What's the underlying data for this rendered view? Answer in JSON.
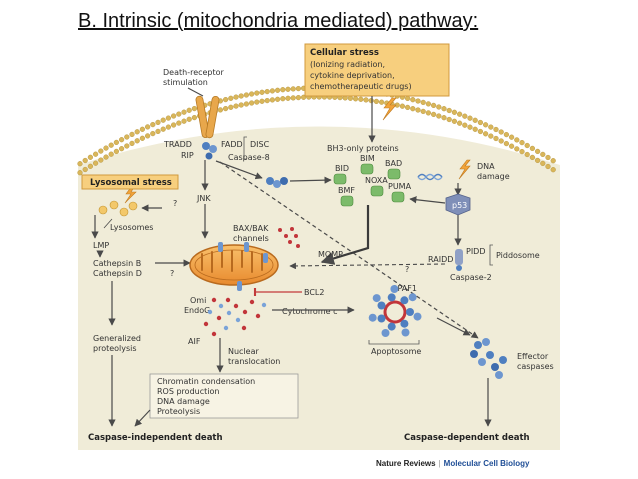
{
  "slide": {
    "title": "B. Intrinsic (mitochondria mediated) pathway:"
  },
  "diagram": {
    "cellular_stress": {
      "title": "Cellular stress",
      "lines": [
        "(Ionizing radiation,",
        "cytokine deprivation,",
        "chemotherapeutic drugs)"
      ]
    },
    "death_receptor": [
      "Death-receptor",
      "stimulation"
    ],
    "tradd": "TRADD",
    "fadd": "FADD",
    "disc": "DISC",
    "rip": "RIP",
    "caspase8": "Caspase-8",
    "bh3_title": "BH3-only proteins",
    "bh3": {
      "bid": "BID",
      "bim": "BIM",
      "bad": "BAD",
      "noxa": "NOXA",
      "bmf": "BMF",
      "puma": "PUMA"
    },
    "dna_damage": [
      "DNA",
      "damage"
    ],
    "p53": "p53",
    "lysosomal_stress": "Lysosomal stress",
    "jnk": "JNK",
    "question": "?",
    "lysosomes": "Lysosomes",
    "lmp": "LMP",
    "cathepsin_b": "Cathepsin B",
    "cathepsin_d": "Cathepsin D",
    "bax_bak": [
      "BAX/BAK",
      "channels"
    ],
    "momp": "MOMP",
    "pidd": "PIDD",
    "raidd": "RAIDD",
    "piddosome": "Piddosome",
    "caspase2": "Caspase-2",
    "omi": "Omi",
    "endog": "EndoG",
    "bcl2": "BCL2",
    "cytochrome_c": "Cytochrome c",
    "apaf1": "APAF1",
    "apoptosome": "Apoptosome",
    "aif": "AIF",
    "nuclear_translocation": [
      "Nuclear",
      "translocation"
    ],
    "generalized_proteolysis": [
      "Generalized",
      "proteolysis"
    ],
    "effector_caspases": [
      "Effector",
      "caspases"
    ],
    "nuclear_effects": [
      "Chromatin condensation",
      "ROS production",
      "DNA damage",
      "Proteolysis"
    ],
    "outcome_independent": "Caspase-independent death",
    "outcome_dependent": "Caspase-dependent death",
    "credit": {
      "publisher": "Nature Reviews",
      "journal": "Molecular Cell Biology"
    },
    "colors": {
      "background": "#f0ecd8",
      "membrane": "#d9b65a",
      "stress_box": "#f7cf7e",
      "bh3_protein": "#7cbb6a",
      "caspase_blue": "#4f7fc0",
      "mito_orange": "#ee9b3c",
      "cyto_red": "#c2353a",
      "arrow": "#4a4a4a"
    }
  }
}
